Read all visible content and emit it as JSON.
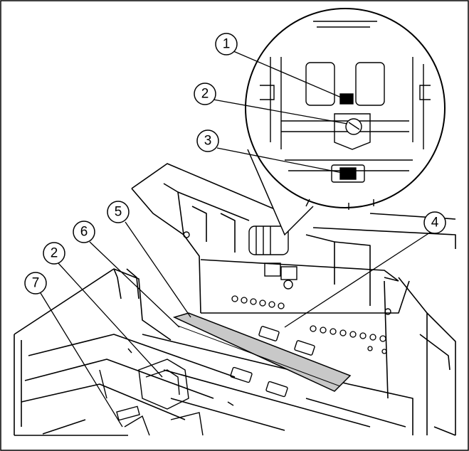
{
  "figure": {
    "type": "scanner-cleaning-illustration",
    "callouts": [
      {
        "id": "c1",
        "label": "1"
      },
      {
        "id": "c2a",
        "label": "2"
      },
      {
        "id": "c3",
        "label": "3"
      },
      {
        "id": "c4",
        "label": "4"
      },
      {
        "id": "c5",
        "label": "5"
      },
      {
        "id": "c6",
        "label": "6"
      },
      {
        "id": "c2b",
        "label": "2"
      },
      {
        "id": "c7",
        "label": "7"
      }
    ],
    "colors": {
      "line": "#000000",
      "highlight": "#c8c8c8",
      "background": "#ffffff"
    }
  }
}
